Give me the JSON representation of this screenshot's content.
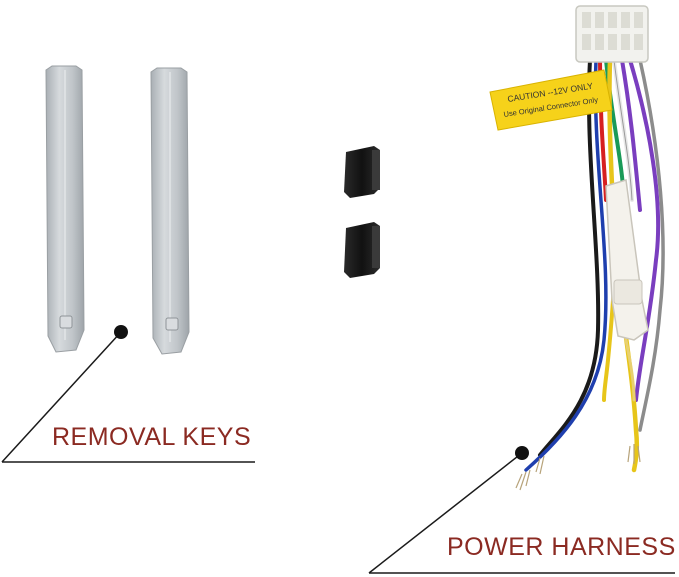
{
  "labels": {
    "removal_keys": "REMOVAL KEYS",
    "power_harness": "POWER HARNESS"
  },
  "tag": {
    "line1": "CAUTION --12V ONLY",
    "line2": "Use Original Connector Only"
  },
  "colors": {
    "label_text": "#8b2a22",
    "key_gray": "#c3c8cc",
    "caution_tag": "#f6d21a",
    "clip_black": "#1e1e1e"
  }
}
